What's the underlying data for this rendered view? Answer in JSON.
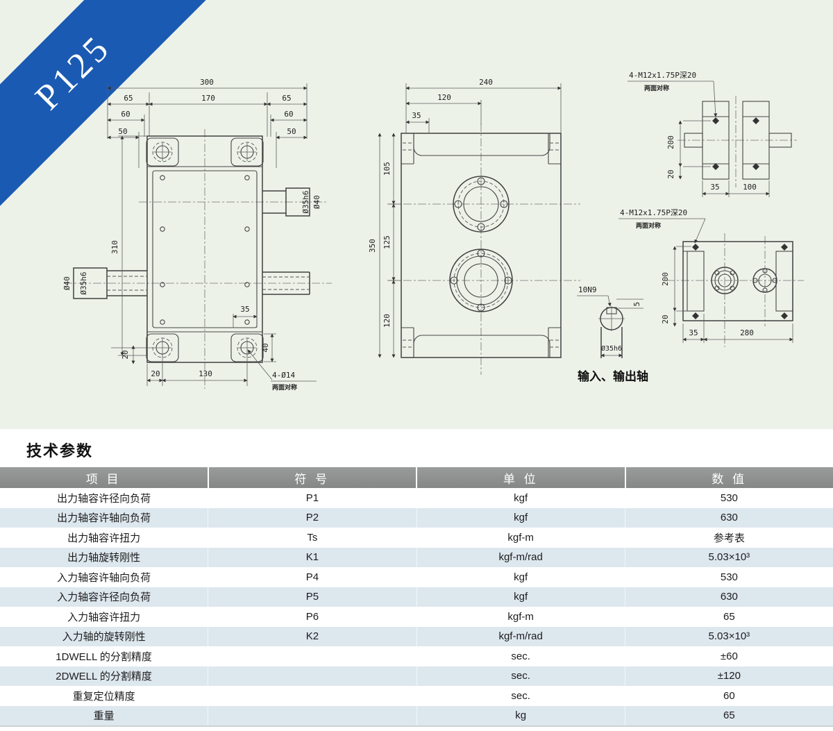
{
  "ribbon": {
    "label": "P125"
  },
  "colors": {
    "panel_bg": "#edf2e9",
    "ribbon_blue": "#1b5ab3",
    "header_gray": "#8d8f8f",
    "row_alt_blue": "#dde7ee"
  },
  "drawings": {
    "front": {
      "w300": "300",
      "w65l": "65",
      "w170": "170",
      "w65r": "65",
      "w60l": "60",
      "w50l": "50",
      "w60r": "60",
      "w50r": "50",
      "h310": "310",
      "h20": "20",
      "b20": "20",
      "b130": "130",
      "b35": "35",
      "b40": "40",
      "holes": "4-Ø14",
      "holes_note": "两面对称",
      "shaft_left_outer": "Ø40",
      "shaft_left_inner": "Ø35h6",
      "shaft_right_inner": "Ø35h6",
      "shaft_right_outer": "Ø40"
    },
    "side": {
      "w240": "240",
      "w120": "120",
      "w35": "35",
      "h350": "350",
      "h105": "105",
      "h125": "125",
      "h120": "120"
    },
    "top_view": {
      "callout": "4-M12x1.75P深20",
      "note": "两面对称",
      "h200": "200",
      "h20": "20",
      "w35": "35",
      "w100": "100"
    },
    "bottom_view": {
      "callout": "4-M12x1.75P深20",
      "note": "两面对称",
      "h200": "200",
      "h20": "20",
      "w35": "35",
      "w280": "280"
    },
    "shaft_detail": {
      "keyway": "10N9",
      "key": "5",
      "dia": "Ø35h6",
      "caption": "输入、输出轴"
    }
  },
  "spec": {
    "title": "技术参数",
    "headers": [
      "项 目",
      "符 号",
      "单 位",
      "数 值"
    ],
    "rows": [
      [
        "出力轴容许径向负荷",
        "P1",
        "kgf",
        "530"
      ],
      [
        "出力轴容许轴向负荷",
        "P2",
        "kgf",
        "630"
      ],
      [
        "出力轴容许扭力",
        "Ts",
        "kgf-m",
        "参考表"
      ],
      [
        "出力轴旋转刚性",
        "K1",
        "kgf-m/rad",
        "5.03×10³"
      ],
      [
        "入力轴容许轴向负荷",
        "P4",
        "kgf",
        "530"
      ],
      [
        "入力轴容许径向负荷",
        "P5",
        "kgf",
        "630"
      ],
      [
        "入力轴容许扭力",
        "P6",
        "kgf-m",
        "65"
      ],
      [
        "入力轴的旋转刚性",
        "K2",
        "kgf-m/rad",
        "5.03×10³"
      ],
      [
        "1DWELL 的分割精度",
        "",
        "sec.",
        "±60"
      ],
      [
        "2DWELL 的分割精度",
        "",
        "sec.",
        "±120"
      ],
      [
        "重复定位精度",
        "",
        "sec.",
        "60"
      ],
      [
        "重量",
        "",
        "kg",
        "65"
      ]
    ]
  }
}
